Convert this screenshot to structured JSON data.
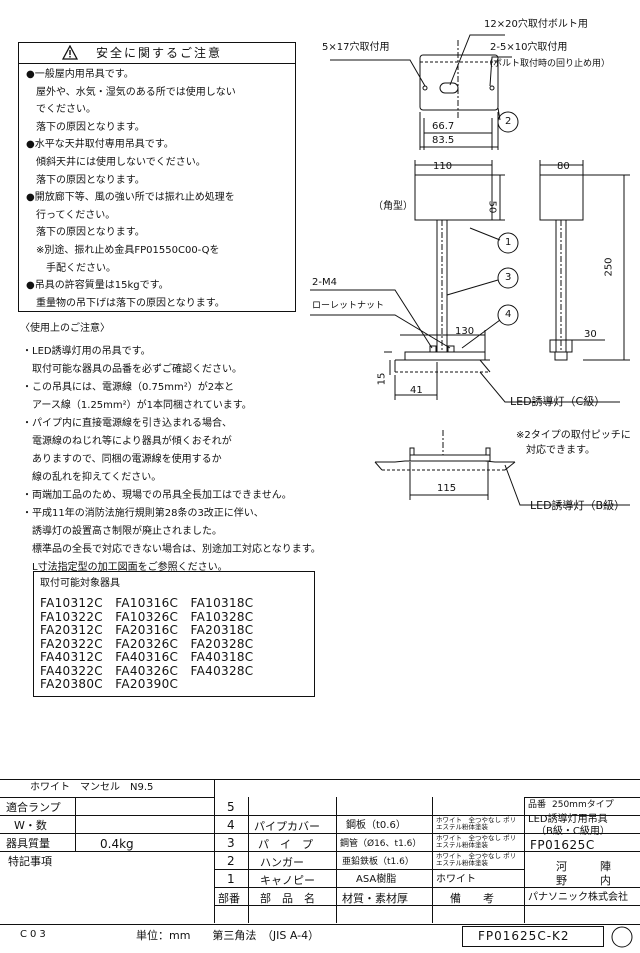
{
  "safety": {
    "title": "安全に関するご注意",
    "lines": [
      "●一般屋内用吊具です。",
      "　屋外や、水気・湿気のある所では使用しない",
      "　でください。",
      "　落下の原因となります。",
      "●水平な天井取付専用吊具です。",
      "　傾斜天井には使用しないでください。",
      "　落下の原因となります。",
      "●開放廊下等、風の強い所では振れ止め処理を",
      "　行ってください。",
      "　落下の原因となります。",
      "　※別途、振れ止め金具FP01550C00-Qを",
      "　　手配ください。",
      "●吊具の許容質量は15kgです。",
      "　重量物の吊下げは落下の原因となります。"
    ]
  },
  "usage": {
    "title": "〈使用上のご注意〉",
    "lines": [
      "・LED誘導灯用の吊具です。",
      "　取付可能な器具の品番を必ずご確認ください。",
      "・この吊具には、電源線（0.75mm²）が2本と",
      "　アース線（1.25mm²）が1本同梱されています。",
      "・パイプ内に直接電源線を引き込まれる場合、",
      "　電源線のねじれ等により器具が傾くおそれが",
      "　ありますので、同梱の電源線を使用するか",
      "　線の乱れを抑えてください。",
      "・両端加工品のため、現場での吊具全長加工はできません。",
      "・平成11年の消防法施行規則第28条の3改正に伴い、",
      "　誘導灯の設置高さ制限が廃止されました。",
      "　標準品の全長で対応できない場合は、別途加工対応となります。",
      "　L寸法指定型の加工図面をご参照ください。"
    ]
  },
  "models": {
    "title": "取付可能対象器具",
    "rows": [
      "FA10312C　FA10316C　FA10318C",
      "FA10322C　FA10326C　FA10328C",
      "FA20312C　FA20316C　FA20318C",
      "FA20322C　FA20326C　FA20328C",
      "FA40312C　FA40316C　FA40318C",
      "FA40322C　FA40326C　FA40328C",
      "FA20380C　FA20390C"
    ]
  },
  "drawing": {
    "hole_label_1": "12×20穴取付ボルト用",
    "hole_label_2": "5×17穴取付用",
    "hole_label_3": "2-5×10穴取付用",
    "hole_label_4": "（ボルト取付時の回り止め用）",
    "dim_66_7": "66.7",
    "dim_83_5": "83.5",
    "dim_110": "110",
    "dim_80": "80",
    "dim_50": "50",
    "dim_250": "250",
    "dim_130": "130",
    "dim_30": "30",
    "dim_15": "15",
    "dim_41": "41",
    "dim_115": "115",
    "kakugata": "（角型）",
    "m4": "2-M4",
    "knurl_nut": "ローレットナット",
    "balloon_1": "1",
    "balloon_2": "2",
    "balloon_3": "3",
    "balloon_4": "4",
    "led_c": "LED誘導灯（C級）",
    "led_b": "LED誘導灯（B級）",
    "pitch_note_1": "※2タイプの取付ピッチに",
    "pitch_note_2": "対応できます。"
  },
  "title_block": {
    "color_label": "ホワイト　マンセル　N9.5",
    "lamp_label": "適合ランプ",
    "watt_label": "W・数",
    "mass_label": "器具質量",
    "mass_value": "0.4kg",
    "special_label": "特記事項",
    "parts": [
      {
        "no": "5",
        "name": "",
        "material": "",
        "note": ""
      },
      {
        "no": "4",
        "name": "パイプカバー",
        "material": "鋼板（t0.6）",
        "note": "ホワイト　全つやなし ポリエステル粉体塗装"
      },
      {
        "no": "3",
        "name": "パ　イ　プ",
        "material": "鋼管（Ø16、t1.6）",
        "note": "ホワイト　全つやなし ポリエステル粉体塗装"
      },
      {
        "no": "2",
        "name": "ハンガー",
        "material": "亜鉛鉄板（t1.6）",
        "note": "ホワイト　全つやなし ポリエステル粉体塗装"
      },
      {
        "no": "1",
        "name": "キャノピー",
        "material": "ASA樹脂",
        "note": "ホワイト"
      }
    ],
    "header_no": "部番",
    "header_name": "部　品　名",
    "header_material": "材質・素材厚",
    "header_note": "備　　考",
    "hinban_label": "品番",
    "hinban_type": "250mmタイプ",
    "product_name_1": "LED誘導灯用吊具",
    "product_name_2": "（B級・C級用）",
    "product_code": "FP01625C",
    "signer_1": "河",
    "signer_2": "陣",
    "signer_3": "野",
    "signer_4": "内",
    "company": "パナソニック株式会社",
    "sheet_code": "C03",
    "unit_line": "単位：mm　　第三角法　（JIS A-4）",
    "drawing_no": "FP01625C-K2"
  }
}
